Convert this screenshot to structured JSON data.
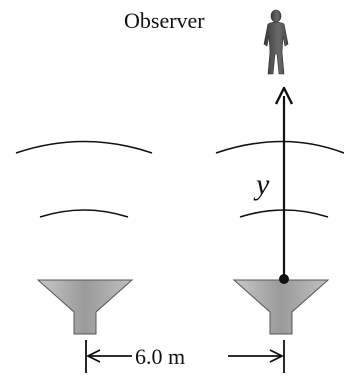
{
  "labels": {
    "observer": "Observer",
    "distance_var": "y",
    "separation": "6.0 m"
  },
  "icons": {
    "observer": "person-silhouette-icon",
    "speaker": "horn-speaker-icon"
  },
  "colors": {
    "ink": "#111111",
    "speaker_fill": "#a8a8a8",
    "observer_fill": "#5a5a5a"
  }
}
